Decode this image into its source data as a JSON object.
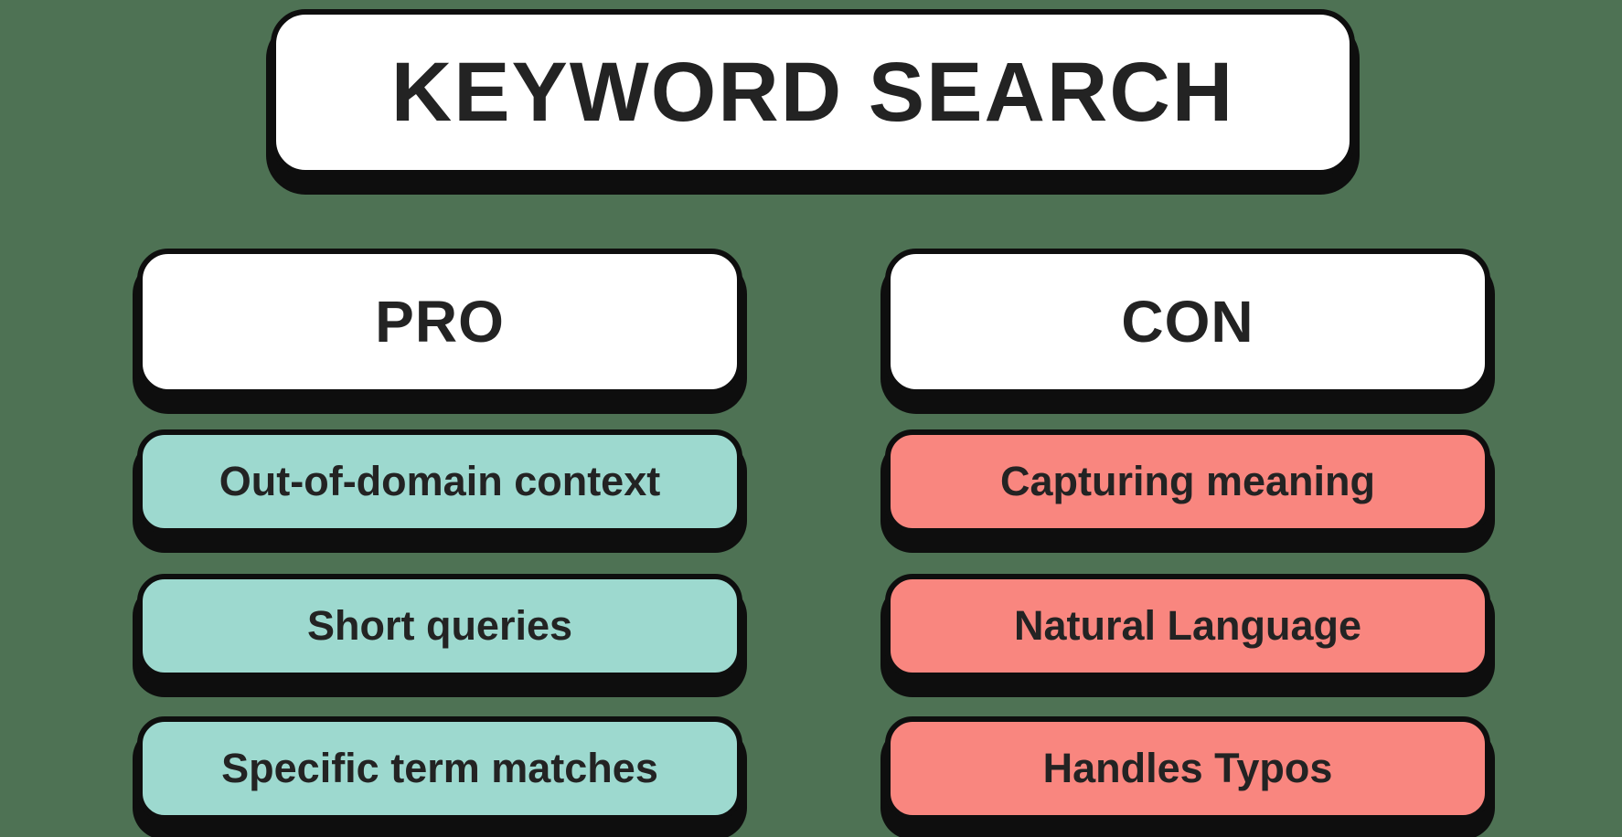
{
  "title": "KEYWORD SEARCH",
  "columns": [
    {
      "header": "PRO",
      "items": [
        "Out-of-domain context",
        "Short queries",
        "Specific term matches"
      ]
    },
    {
      "header": "CON",
      "items": [
        "Capturing meaning",
        "Natural Language",
        "Handles Typos"
      ]
    }
  ],
  "colors": {
    "background": "#4e7254",
    "ink": "#0e0e0e",
    "text": "#232323",
    "header_card": "#ffffff",
    "pro_item": "#9dd9cf",
    "con_item": "#f9867f"
  }
}
